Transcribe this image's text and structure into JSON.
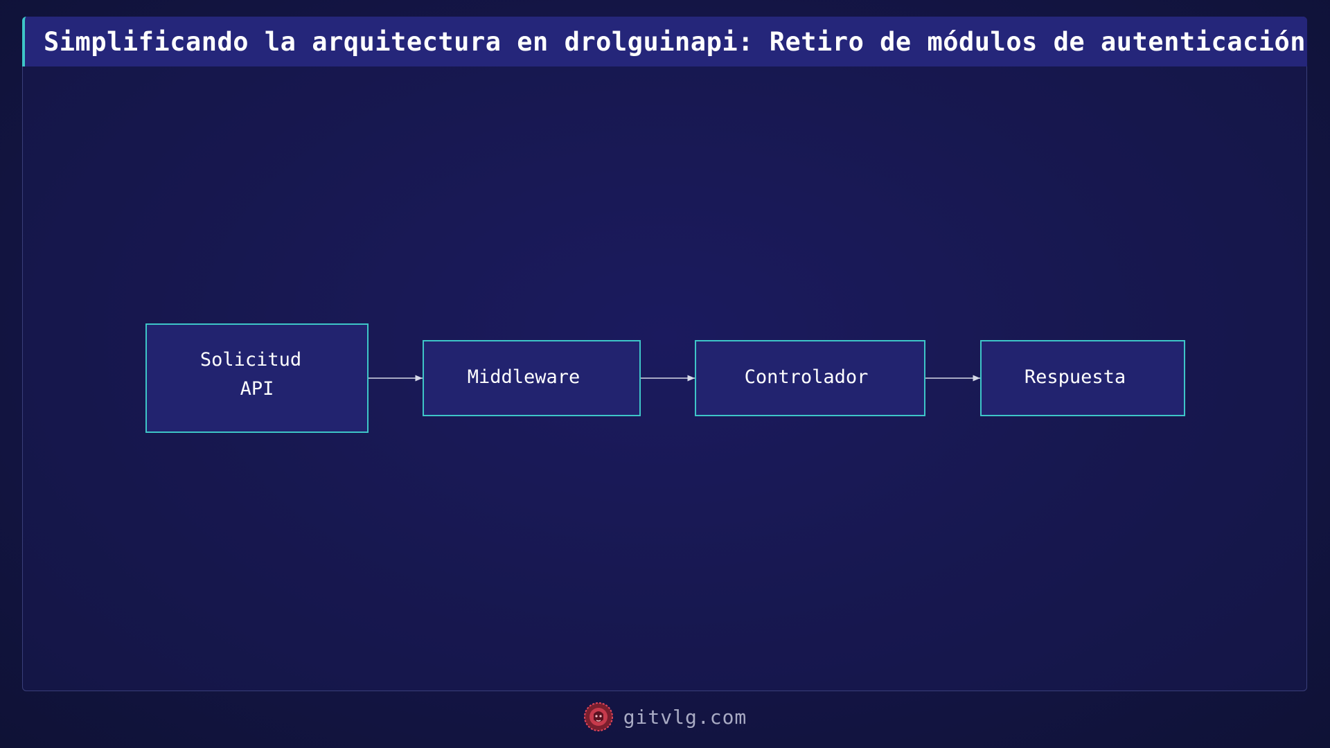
{
  "title": "Simplificando la arquitectura en drolguinapi: Retiro de módulos de autenticación",
  "diagram": {
    "type": "flowchart",
    "direction": "left-to-right",
    "node_border_color": "#3ec6c8",
    "node_fill_color": "#22236f",
    "nodes": [
      {
        "id": "solicitud",
        "lines": [
          "Solicitud",
          "API"
        ]
      },
      {
        "id": "middleware",
        "lines": [
          "Middleware"
        ]
      },
      {
        "id": "controlador",
        "lines": [
          "Controlador"
        ]
      },
      {
        "id": "respuesta",
        "lines": [
          "Respuesta"
        ]
      }
    ],
    "edges": [
      {
        "from": "solicitud",
        "to": "middleware"
      },
      {
        "from": "middleware",
        "to": "controlador"
      },
      {
        "from": "controlador",
        "to": "respuesta"
      }
    ]
  },
  "footer": {
    "logo_icon": "lion-logo-icon",
    "site": "gitvlg.com"
  }
}
